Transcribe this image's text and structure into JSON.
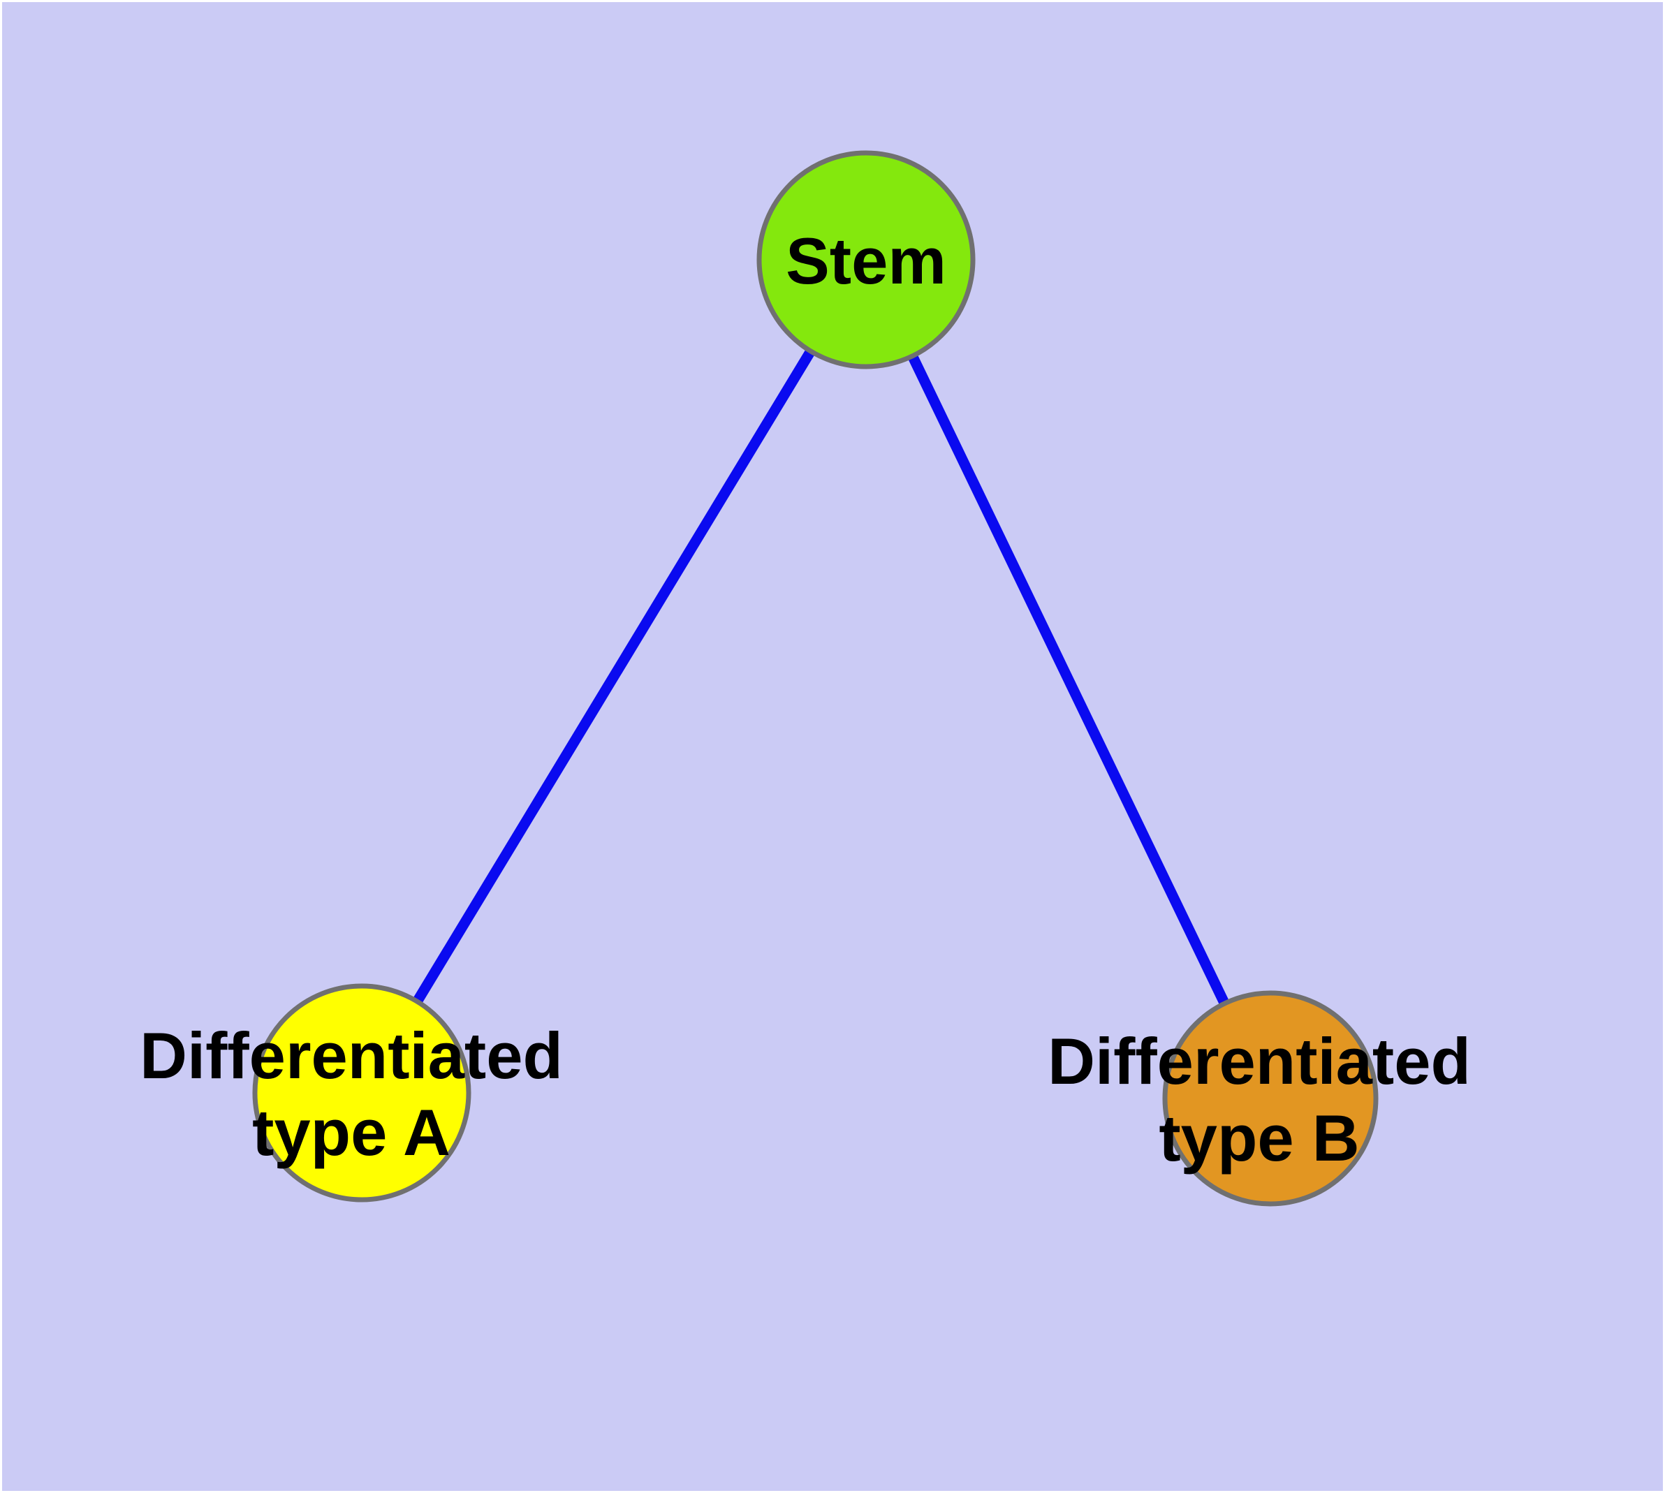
{
  "diagram": {
    "background_color": "#CBCBF5",
    "frame_color": "#FFFFFF",
    "edge_color": "#0A0AF0",
    "node_border_color": "#707070",
    "label_color": "#000000",
    "nodes": [
      {
        "id": "stem",
        "label": "Stem",
        "lines": [
          "Stem"
        ],
        "fill": "#84E80D"
      },
      {
        "id": "differentiated-type-a",
        "label": "Differentiated type A",
        "lines": [
          "Differentiated",
          "type A"
        ],
        "fill": "#FFFF00"
      },
      {
        "id": "differentiated-type-b",
        "label": "Differentiated type B",
        "lines": [
          "Differentiated",
          "type B"
        ],
        "fill": "#E29622"
      }
    ],
    "edges": [
      {
        "from": "Stem",
        "to": "Differentiated type A"
      },
      {
        "from": "Stem",
        "to": "Differentiated type B"
      }
    ]
  }
}
